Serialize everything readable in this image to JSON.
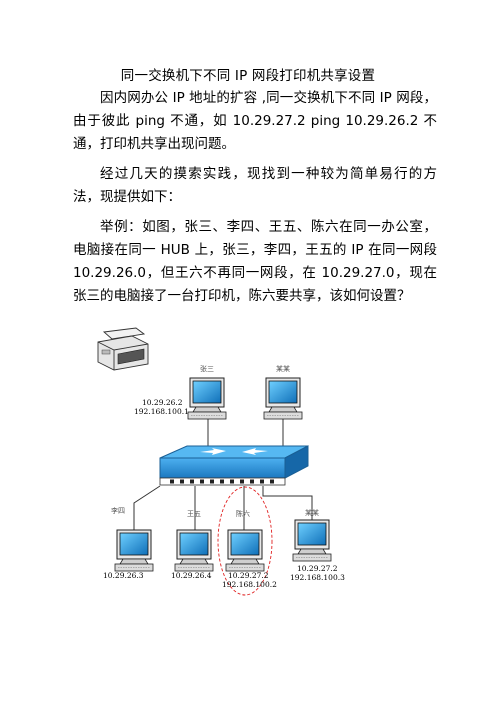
{
  "document": {
    "title": "同一交换机下不同 IP 网段打印机共享设置",
    "paragraphs": [
      "因内网办公 IP 地址的扩容 ,同一交换机下不同 IP 网段，由于彼此 ping 不通，如 10.29.27.2 ping 10.29.26.2 不通，打印机共享出现问题。",
      "经过几天的摸索实践，现找到一种较为简单易行的方法，现提供如下：",
      "举例：如图，张三、李四、王五、陈六在同一办公室，电脑接在同一 HUB 上，张三，李四，王五的 IP 在同一网段 10.29.26.0，但王六不再同一网段，在 10.29.27.0，现在张三的电脑接了一台打印机，陈六要共享，该如何设置？"
    ]
  },
  "diagram": {
    "pcs": [
      {
        "name": "张三",
        "ip1": "10.29.26.2",
        "ip2": "192.168.100.1"
      },
      {
        "name": "某某",
        "ip1": "",
        "ip2": ""
      },
      {
        "name": "李四",
        "ip1": "10.29.26.3",
        "ip2": ""
      },
      {
        "name": "王五",
        "ip1": "10.29.26.4",
        "ip2": ""
      },
      {
        "name": "陈六",
        "ip1": "10.29.27.2",
        "ip2": "192.168.100.2"
      },
      {
        "name": "某某",
        "ip1": "10.29.27.2",
        "ip2": "192.168.100.3"
      }
    ],
    "colors": {
      "switch": "#2c8fd6",
      "link": "#333333",
      "highlight": "#e02020",
      "screen": "#1f8fd8"
    }
  }
}
